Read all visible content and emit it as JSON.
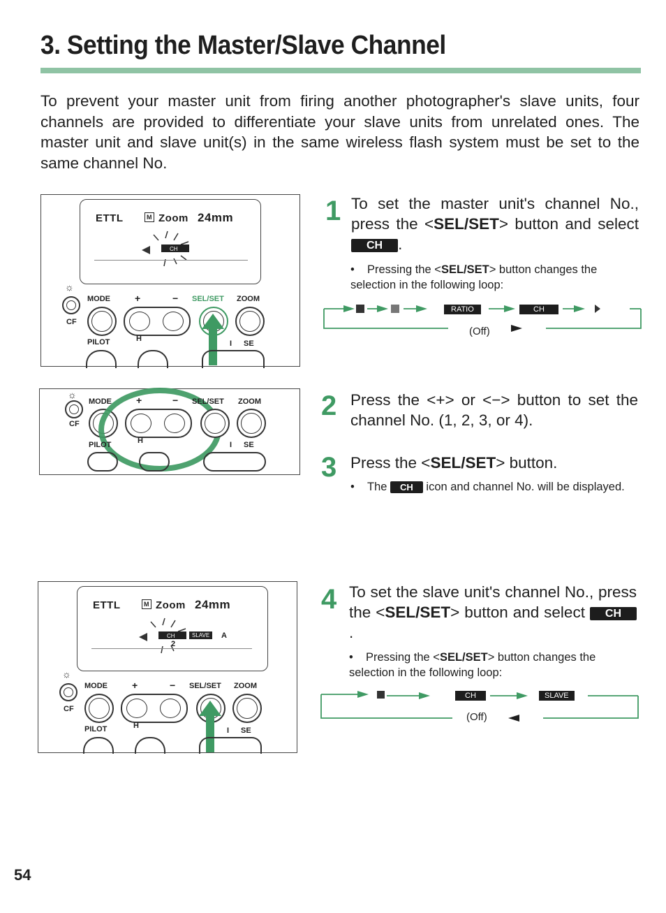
{
  "page_title": "3. Setting the Master/Slave Channel",
  "intro": "To prevent your master unit from firing another photographer's slave units, four channels are provided to differentiate your slave units from unrelated ones. The master unit and slave unit(s) in the same wireless flash system must be set to the same channel No.",
  "panel": {
    "lcd_ettl": "ETTL",
    "lcd_zoom": "Zoom",
    "lcd_mm": "24mm",
    "lcd_ch": "CH",
    "lcd_slave": "SLAVE",
    "lcd_a": "A",
    "lcd_2": "2",
    "mode": "MODE",
    "plus": "+",
    "minus": "−",
    "selset": "SEL/SET",
    "zoom": "ZOOM",
    "cf": "CF",
    "pilot": "PILOT",
    "hs": "H",
    "onoff": "I",
    "se": "SE"
  },
  "steps": [
    {
      "number": "1",
      "text_a": "To set the master unit's channel No., press the <",
      "bold": "SEL/SET",
      "text_b": "> button and select",
      "chip": "CH",
      "end": ".",
      "note_a": "Pressing the <",
      "note_bold": "SEL/SET",
      "note_b": "> button changes the selection in the following loop:"
    },
    {
      "number": "2",
      "text": "Press the <+> or <−> button to set the channel No. (1, 2, 3, or 4)."
    },
    {
      "number": "3",
      "text_a": "Press the <",
      "bold": "SEL/SET",
      "text_b": "> button.",
      "note_a": "The",
      "chip": "CH",
      "note_b": "icon and channel No. will be displayed."
    },
    {
      "number": "4",
      "text_a": "To set the slave unit's channel No., press the <",
      "bold": "SEL/SET",
      "text_b": "> button and select",
      "chip": "CH",
      "end": ".",
      "note_a": "Pressing the <",
      "note_bold": "SEL/SET",
      "note_b": "> button changes the selection in the following loop:"
    }
  ],
  "loop1": {
    "items": [
      "RATIO",
      "CH"
    ],
    "off": "(Off)"
  },
  "loop2": {
    "items": [
      "CH",
      "SLAVE"
    ],
    "off": "(Off)"
  },
  "page_number": "54",
  "colors": {
    "accent_green": "#3f9a63",
    "rule_green": "#8fc3a4",
    "chip_black": "#1d1d1d"
  }
}
